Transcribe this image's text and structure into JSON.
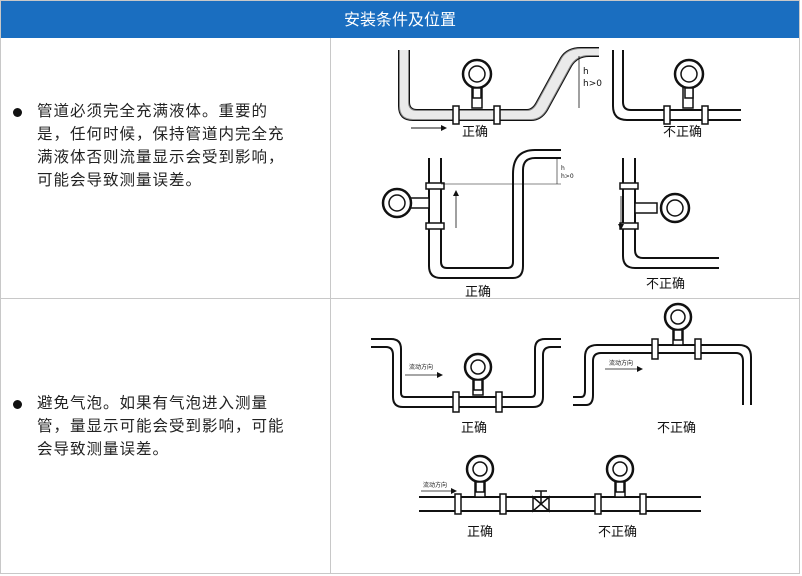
{
  "header": {
    "title": "安装条件及位置"
  },
  "row1": {
    "text": "管道必须完全充满液体。重要的是，任何时候，保持管道内完全充满液体否则流量显示会受到影响，可能会导致测量误差。",
    "labels": {
      "correct_a": "正确",
      "wrong_a": "不正确",
      "correct_b": "正确",
      "wrong_b": "不正确"
    },
    "marks": {
      "h": "h",
      "h_gt0": "h>0"
    }
  },
  "row2": {
    "text": "避免气泡。如果有气泡进入测量管，量显示可能会受到影响，可能会导致测量误差。",
    "labels": {
      "correct_a": "正确",
      "wrong_a": "不正确",
      "correct_b": "正确",
      "wrong_b": "不正确"
    },
    "flow": "流动方向"
  }
}
